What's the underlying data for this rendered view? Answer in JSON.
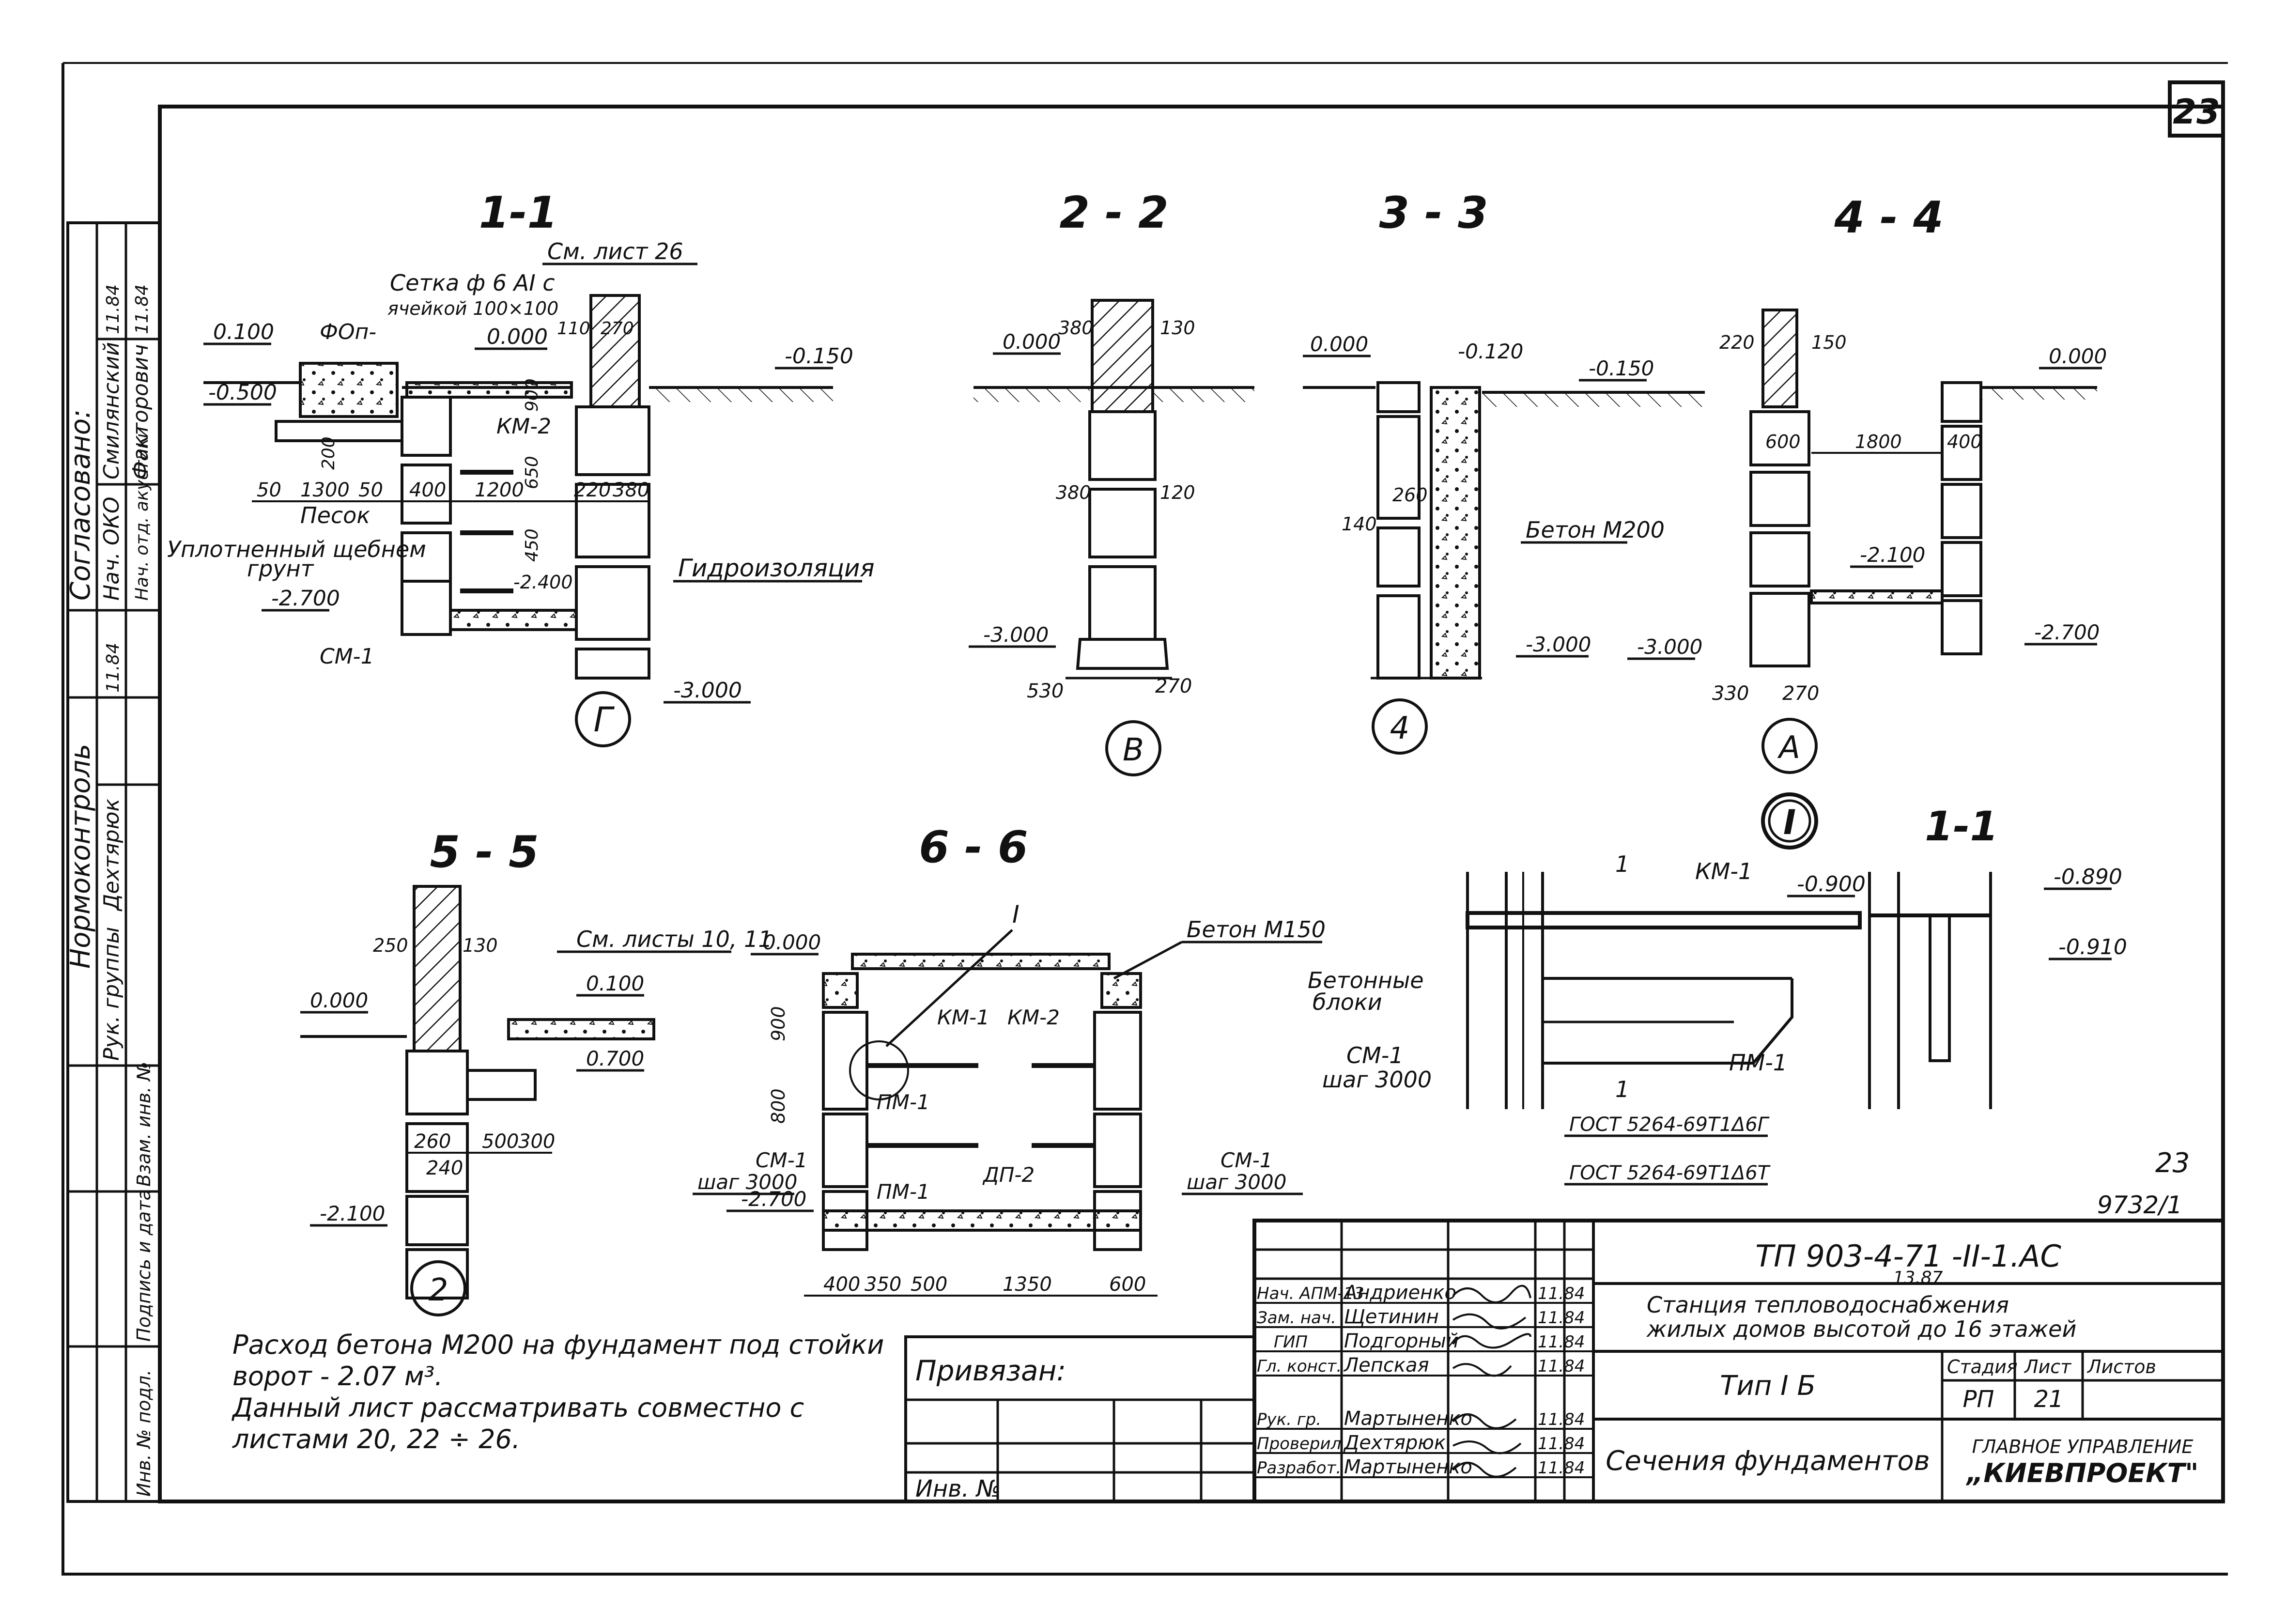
{
  "sheet": {
    "number": "23",
    "doc_code": "ТП 903-4-71 -II-1.АС",
    "doc_subcode": "13.87",
    "title_line1": "Станция тепловодоснабжения",
    "title_line2": "жилых домов высотой до 16 этажей",
    "type": "Тип I Б",
    "drawing_name": "Сечения фундаментов",
    "stage_header": "Стадия",
    "sheet_header": "Лист",
    "sheets_header": "Листов",
    "stage": "РП",
    "sheet_no": "21",
    "org1": "ГЛАВНОЕ УПРАВЛЕНИЕ",
    "org2": "„КИЕВПРОЕКТ\"",
    "privyazan": "Привязан:",
    "inv_no": "Инв. №",
    "archive_no": "9732/1",
    "archive_sheet": "23"
  },
  "signatures": [
    {
      "role": "Нач. АПМ-13",
      "name": "Андриенко",
      "date": "11.84"
    },
    {
      "role": "Зам. нач.",
      "name": "Щетинин",
      "date": "11.84"
    },
    {
      "role": "ГИП",
      "name": "Подгорный",
      "date": "11.84"
    },
    {
      "role": "Гл. конст.",
      "name": "Лепская",
      "date": "11.84"
    },
    {
      "role": "Рук. гр.",
      "name": "Мартыненко",
      "date": "11.84"
    },
    {
      "role": "Проверил",
      "name": "Дехтярюк",
      "date": "11.84"
    },
    {
      "role": "Разработ.",
      "name": "Мартыненко",
      "date": "11.84"
    }
  ],
  "left_strip": {
    "soglasovano": "Согласовано:",
    "nach_oko": "Нач. ОКО",
    "smilyanskiy": "Смилянский",
    "nach_otd": "Нач. отд. акустики",
    "faktorovich": "Факторович",
    "date1": "11.84",
    "date2": "11.84",
    "date3": "11.84",
    "normokontrol": "Нормоконтроль",
    "dekhtyaruk": "Дехтярюк",
    "ruk_gruppy": "Рук. группы",
    "vzam": "Взам. инв. №",
    "podpis": "Подпись и дата",
    "inv_podl": "Инв. № подл."
  },
  "notes": {
    "line1": "Расход бетона М200 на фундамент под стойки",
    "line2": "ворот - 2.07 м³.",
    "line3": "Данный лист рассматривать совместно с",
    "line4": "листами 20, 22 ÷ 26."
  },
  "sections": {
    "s11": {
      "title": "1-1",
      "ref_sheet": "См. лист 26",
      "mesh1": "Сетка ф 6 АI с",
      "mesh2": "ячейкой 100×100",
      "lvl_0100": "0.100",
      "lvl_0000": "0.000",
      "lvl_m0500": "-0.500",
      "lvl_m0150": "-0.150",
      "lvl_m2700": "-2.700",
      "lvl_m2400": "-2.400",
      "lvl_m3000": "-3.000",
      "fon": "ФОп-",
      "km2": "КМ-2",
      "sand": "Песок",
      "gravel": "Уплотненный щебнем",
      "soil": "грунт",
      "waterproof": "Гидроизоляция",
      "cm1": "СМ-1",
      "d110": "110",
      "d270": "270",
      "d900": "900",
      "d650": "650",
      "d450": "450",
      "d200": "200",
      "d50a": "50",
      "d1300": "1300",
      "d50b": "50",
      "d400": "400",
      "d1200": "1200",
      "d220": "220",
      "d380": "380",
      "axis": "Г"
    },
    "s22": {
      "title": "2 - 2",
      "lvl_0000": "0.000",
      "lvl_m3000": "-3.000",
      "d380": "380",
      "d130": "130",
      "d380b": "380",
      "d120": "120",
      "d530": "530",
      "d270": "270",
      "axis": "В"
    },
    "s33": {
      "title": "3 - 3",
      "lvl_0000": "0.000",
      "lvl_m0120": "-0.120",
      "lvl_m0150": "-0.150",
      "lvl_m3000a": "-3.000",
      "lvl_m3000b": "-3.000",
      "d260": "260",
      "d140": "140",
      "concrete": "Бетон М200",
      "axis": "4"
    },
    "s44": {
      "title": "4 - 4",
      "lvl_0000": "0.000",
      "lvl_m2100": "-2.100",
      "lvl_m2700": "-2.700",
      "d220": "220",
      "d150": "150",
      "d600": "600",
      "d1800": "1800",
      "d400": "400",
      "d330": "330",
      "d270": "270",
      "axis": "А"
    },
    "s55": {
      "title": "5 - 5",
      "ref_sheets": "См. листы 10, 11",
      "lvl_0000": "0.000",
      "lvl_0100": "0.100",
      "lvl_0700": "0.700",
      "lvl_m2100": "-2.100",
      "d250": "250",
      "d130": "130",
      "d260": "260",
      "d500": "500",
      "d300": "300",
      "d240": "240",
      "axis": "2"
    },
    "s66": {
      "title": "6 - 6",
      "concrete": "Бетон М150",
      "lvl_0000": "0.000",
      "lvl_m2700": "-2.700",
      "node": "I",
      "km1": "КМ-1",
      "km2": "КМ-2",
      "pm1a": "ПМ-1",
      "pm1b": "ПМ-1",
      "dp2": "ДП-2",
      "cm1_left": "СМ-1",
      "step_left": "шаг 3000",
      "cm1_right": "СМ-1",
      "step_right": "шаг 3000",
      "d900": "900",
      "d800": "800",
      "d400": "400",
      "d350": "350",
      "d500": "500",
      "d1350": "1350",
      "d600": "600"
    },
    "nodeI": {
      "title": "I",
      "km1": "КМ-1",
      "cut": "1",
      "blocks1": "Бетонные",
      "blocks2": "блоки",
      "cm1": "СМ-1",
      "step": "шаг 3000",
      "pm1": "ПМ-1",
      "lvl_m0900": "-0.900",
      "gost1": "ГОСТ 5264-69Т1Δ6Г",
      "gost2": "ГОСТ 5264-69Т1Δ6Т"
    },
    "s11b": {
      "title": "1-1",
      "lvl_m0890": "-0.890",
      "lvl_m0910": "-0.910"
    }
  }
}
